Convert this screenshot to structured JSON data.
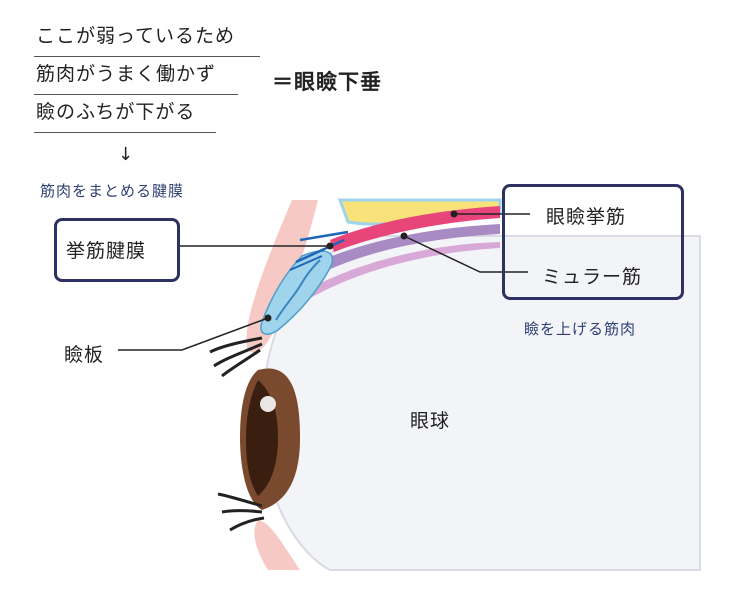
{
  "caption": {
    "lines": [
      "ここが弱っているため",
      "筋肉がうまく働かず",
      "瞼のふちが下がる"
    ],
    "result": "＝眼瞼下垂",
    "arrow": "↓",
    "sub_caption": "筋肉をまとめる腱膜"
  },
  "labels": {
    "aponeurosis": "挙筋腱膜",
    "tarsal_plate": "瞼板",
    "eyeball": "眼球",
    "levator_muscle": "眼瞼挙筋",
    "muller_muscle": "ミュラー筋",
    "lifting_muscles": "瞼を上げる筋肉"
  },
  "colors": {
    "box_border": "#2e3262",
    "accent_text": "#2e3f73",
    "skin": "#f6c9c4",
    "muscle_pink": "#e8467a",
    "muscle_purple": "#a98bc4",
    "tarsal_blue": "#9fd4ec",
    "fat_yellow": "#f8e27a",
    "iris_brown": "#7a4a2e"
  }
}
